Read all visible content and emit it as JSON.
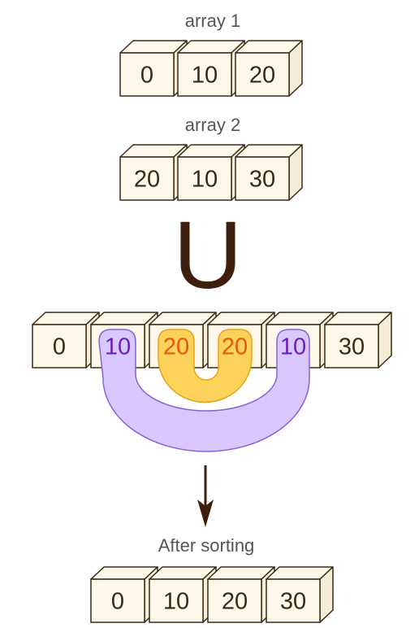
{
  "colors": {
    "box_fill": "#fdf8ea",
    "box_stroke": "#3b2a14",
    "text": "#3b2a14",
    "label": "#555555",
    "union_symbol": "#3e1f0d",
    "arrow": "#3e1f0d",
    "purple_fill": "#d9c8ff",
    "purple_stroke": "#8b5fd6",
    "purple_text": "#6a1fb8",
    "gold_fill": "#fdd25a",
    "gold_stroke": "#e8a21a",
    "gold_text": "#e25a10"
  },
  "array1": {
    "label": "array 1",
    "values": [
      "0",
      "10",
      "20"
    ]
  },
  "array2": {
    "label": "array 2",
    "values": [
      "20",
      "10",
      "30"
    ]
  },
  "union_symbol": "U",
  "merged": {
    "values": [
      "0",
      "10",
      "20",
      "20",
      "10",
      "30"
    ]
  },
  "sorted": {
    "label": "After sorting",
    "values": [
      "0",
      "10",
      "20",
      "30"
    ]
  }
}
